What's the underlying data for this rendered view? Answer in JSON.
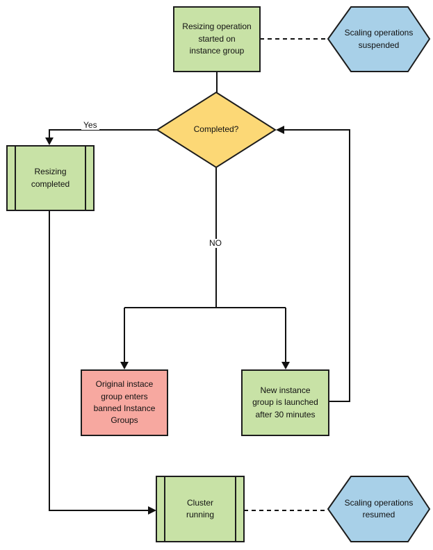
{
  "diagram": {
    "background": "#ffffff",
    "colors": {
      "green": "#c8e2a6",
      "yellow": "#fcd876",
      "blue": "#a8d0e8",
      "red": "#f7a8a0",
      "stroke": "#1c1c1c",
      "line": "#111111"
    },
    "nodes": {
      "resize_start": {
        "label": "Resizing operation\nstarted on\ninstance group",
        "shape": "process",
        "color": "green"
      },
      "scaling_suspended": {
        "label": "Scaling operations\nsuspended",
        "shape": "hexagon",
        "color": "blue"
      },
      "completed": {
        "label": "Completed?",
        "shape": "decision",
        "color": "yellow"
      },
      "resizing_completed": {
        "label": "Resizing\ncompleted",
        "shape": "predefined-process",
        "color": "green"
      },
      "banned_group": {
        "label": "Original instace\ngroup enters\nbanned Instance\nGroups",
        "shape": "process",
        "color": "red"
      },
      "new_instance": {
        "label": "New instance\ngroup is launched\nafter 30 minutes",
        "shape": "process",
        "color": "green"
      },
      "cluster_running": {
        "label": "Cluster\nrunning",
        "shape": "predefined-process",
        "color": "green"
      },
      "scaling_resumed": {
        "label": "Scaling operations\nresumed",
        "shape": "hexagon",
        "color": "blue"
      }
    },
    "edge_labels": {
      "yes": "Yes",
      "no": "NO"
    },
    "edges": [
      {
        "from": "resize_start",
        "to": "completed",
        "style": "solid",
        "label": ""
      },
      {
        "from": "resize_start",
        "to": "scaling_suspended",
        "style": "dashed",
        "label": ""
      },
      {
        "from": "completed",
        "to": "resizing_completed",
        "style": "solid",
        "label": "Yes"
      },
      {
        "from": "completed",
        "to": "banned_group",
        "style": "solid",
        "label": "NO"
      },
      {
        "from": "completed",
        "to": "new_instance",
        "style": "solid",
        "label": "NO"
      },
      {
        "from": "new_instance",
        "to": "completed",
        "style": "solid",
        "label": ""
      },
      {
        "from": "resizing_completed",
        "to": "cluster_running",
        "style": "solid",
        "label": ""
      },
      {
        "from": "cluster_running",
        "to": "scaling_resumed",
        "style": "dashed",
        "label": ""
      }
    ]
  }
}
